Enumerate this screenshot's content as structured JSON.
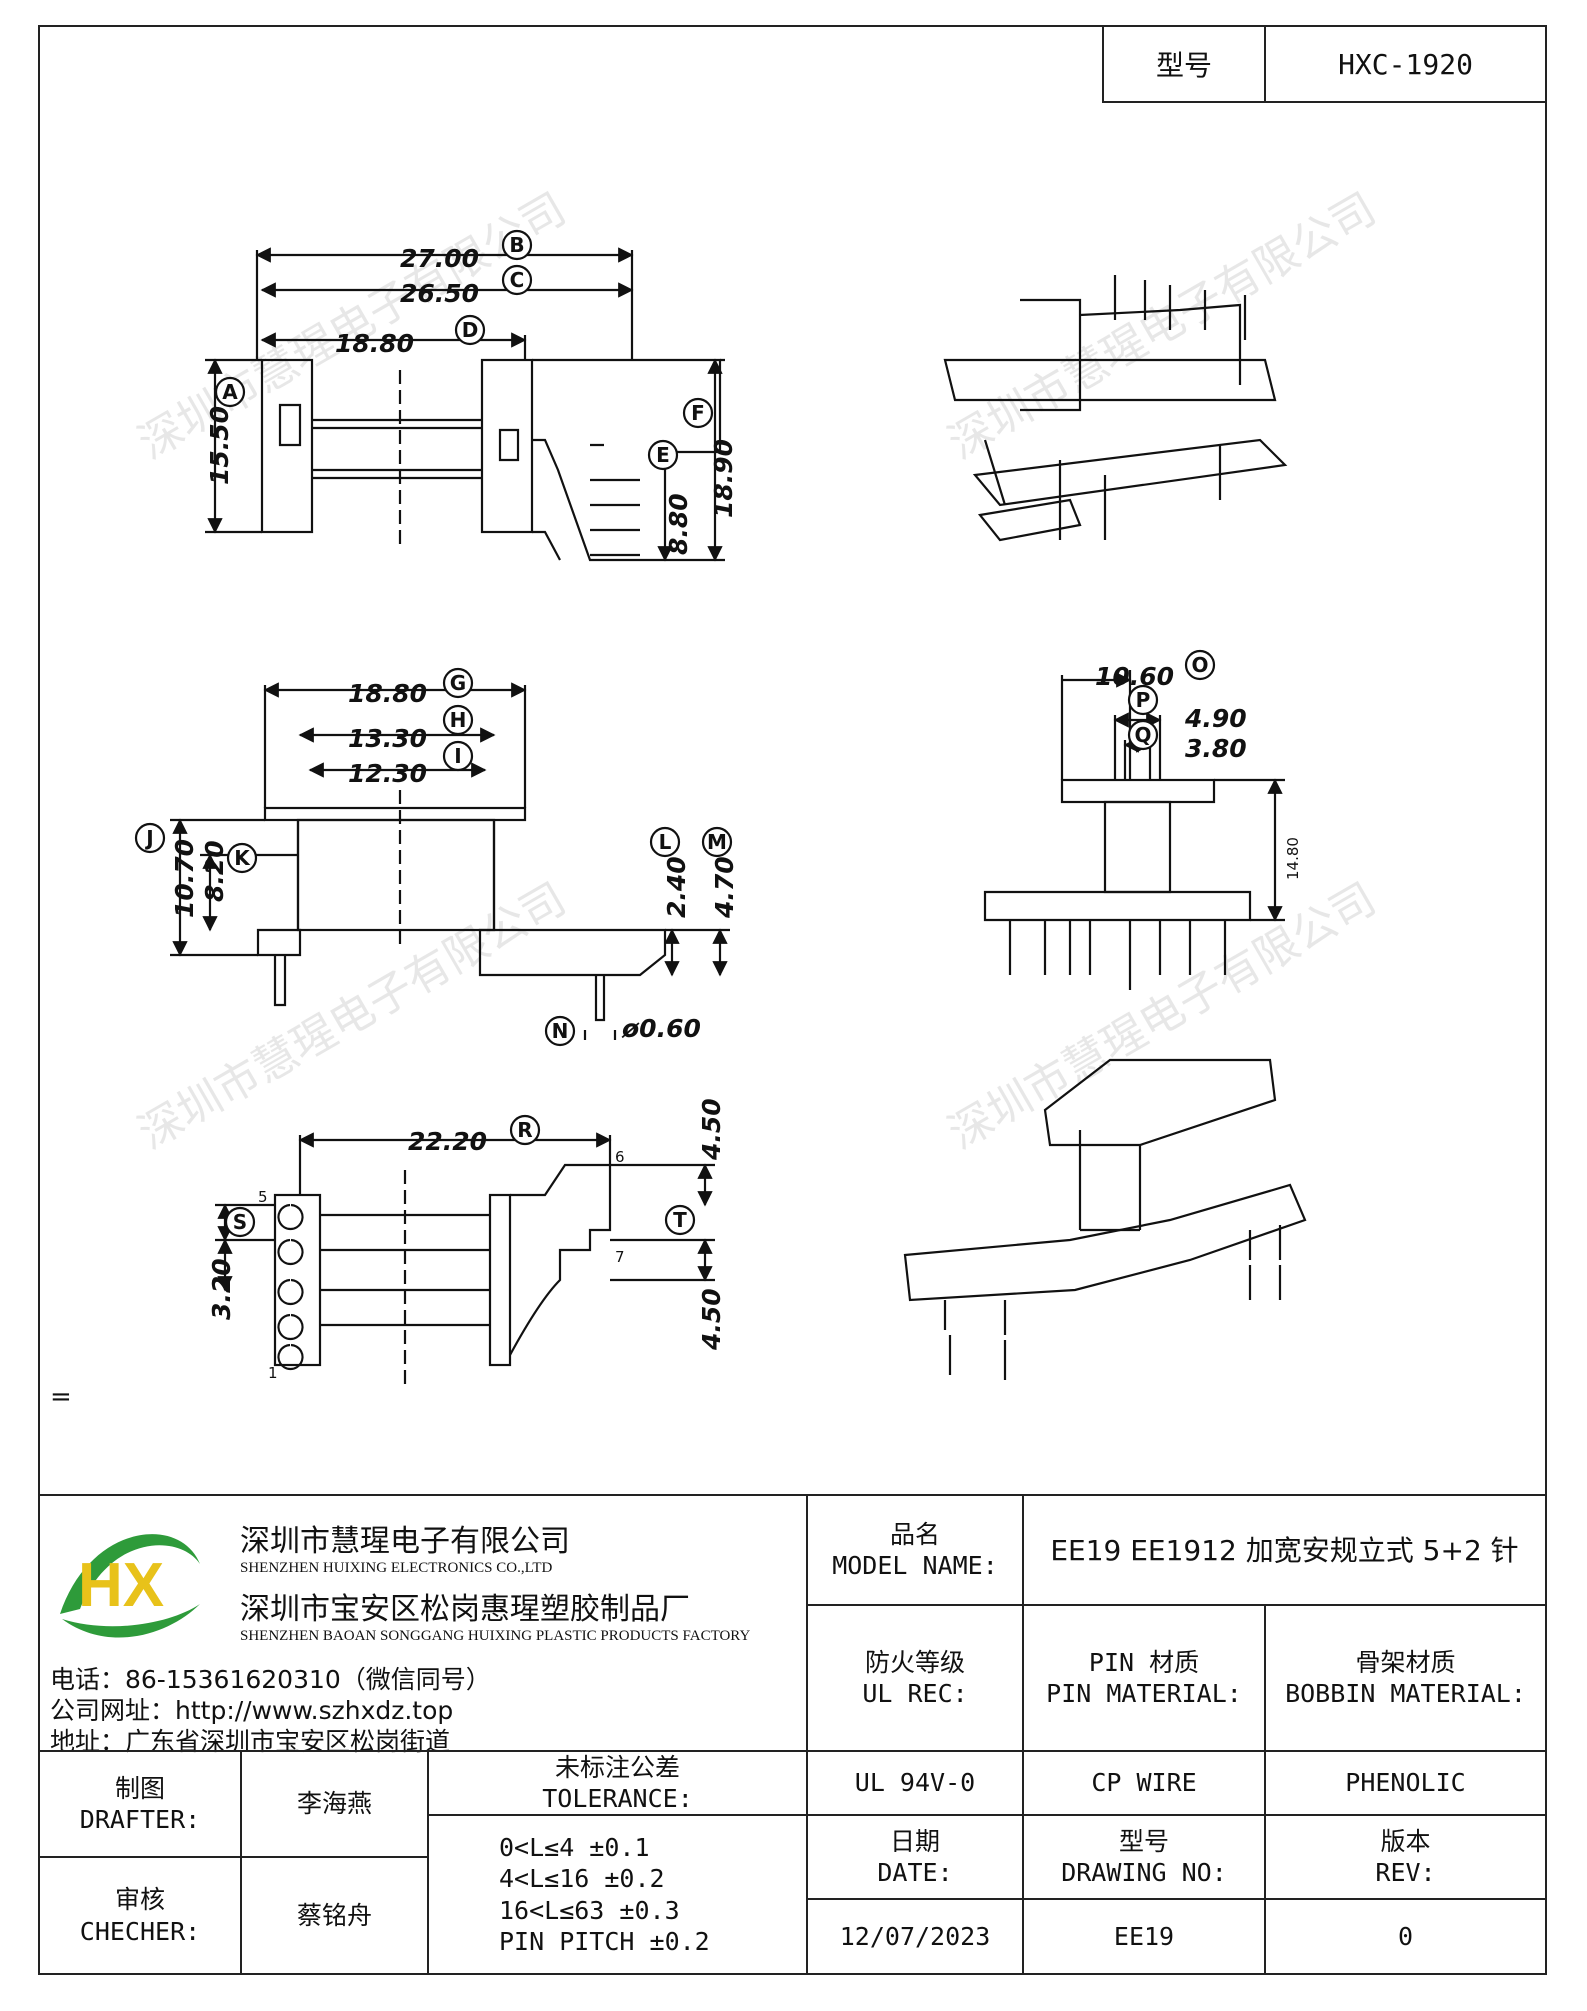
{
  "header": {
    "model_label": "型号",
    "model_value": "HXC-1920"
  },
  "dimensions": {
    "A": "15.50",
    "B": "27.00",
    "C": "26.50",
    "D": "18.80",
    "E": "8.80",
    "F": "18.90",
    "G": "18.80",
    "H": "13.30",
    "I": "12.30",
    "J": "10.70",
    "K": "8.20",
    "L": "2.40",
    "M": "4.70",
    "N": "ø0.60",
    "O": "10.60",
    "P": "4.90",
    "Q": "3.80",
    "height": "14.80",
    "R": "22.20",
    "S": "3.20",
    "T_top": "4.50",
    "T_bottom": "4.50"
  },
  "callouts": [
    "A",
    "B",
    "C",
    "D",
    "E",
    "F",
    "G",
    "H",
    "I",
    "J",
    "K",
    "L",
    "M",
    "N",
    "O",
    "P",
    "Q",
    "R",
    "S",
    "T"
  ],
  "pin_numbers": {
    "p1": "1",
    "p5": "5",
    "p6": "6",
    "p7": "7"
  },
  "watermark": "深圳市慧瑆电子有限公司",
  "stray_mark": "=",
  "company": {
    "name_cn": "深圳市慧瑆电子有限公司",
    "name_en": "SHENZHEN HUIXING ELECTRONICS CO.,LTD",
    "factory_cn": "深圳市宝安区松岗惠瑆塑胶制品厂",
    "factory_en": "SHENZHEN BAOAN SONGGANG HUIXING PLASTIC PRODUCTS FACTORY",
    "phone": "电话：86-15361620310（微信同号）",
    "website": "公司网址：http://www.szhxdz.top",
    "address": "地址：广东省深圳市宝安区松岗街道",
    "logo_letters": "HX",
    "logo_colors": {
      "green": "#2e9b3a",
      "yellow": "#e8c21a"
    }
  },
  "title_block": {
    "model_name_cn": "品名",
    "model_name_en": "MODEL NAME:",
    "model_name_value": "EE19 EE1912 加宽安规立式 5+2 针",
    "ul_cn": "防火等级",
    "ul_en": "UL REC:",
    "pin_mat_cn": "PIN 材质",
    "pin_mat_en": "PIN MATERIAL:",
    "bobbin_mat_cn": "骨架材质",
    "bobbin_mat_en": "BOBBIN MATERIAL:",
    "ul_value": "UL 94V-0",
    "pin_value": "CP WIRE",
    "bobbin_value": "PHENOLIC",
    "drafter_cn": "制图",
    "drafter_en": "DRAFTER:",
    "drafter_name": "李海燕",
    "checker_cn": "审核",
    "checker_en": "CHECHER:",
    "checker_name": "蔡铭舟",
    "tolerance_cn": "未标注公差",
    "tolerance_en": "TOLERANCE:",
    "tolerances": [
      "0<L≤4  ±0.1",
      "4<L≤16  ±0.2",
      "16<L≤63  ±0.3",
      "PIN PITCH  ±0.2"
    ],
    "date_cn": "日期",
    "date_en": "DATE:",
    "date_value": "12/07/2023",
    "drawing_cn": "型号",
    "drawing_en": "DRAWING NO:",
    "drawing_value": "EE19",
    "rev_cn": "版本",
    "rev_en": "REV:",
    "rev_value": "0"
  }
}
